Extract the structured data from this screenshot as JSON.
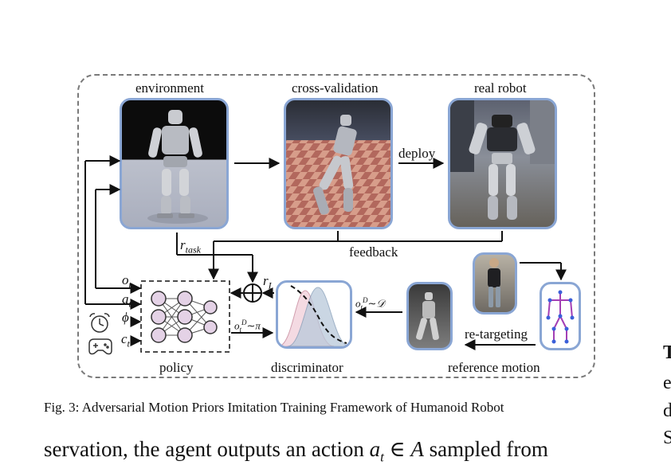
{
  "figure": {
    "stage_labels": {
      "environment": "environment",
      "cross_validation": "cross-validation",
      "real_robot": "real robot"
    },
    "arrow_labels": {
      "deploy": "deploy",
      "feedback": "feedback",
      "r_task": "r",
      "r_task_sub": "task",
      "r_I": "r",
      "r_I_sub": "I",
      "retargeting": "re-targeting",
      "sample_D": "o",
      "sample_D_sup": "D",
      "sample_D_rest": "∼𝒟",
      "sample_pi": "o",
      "sample_pi_sup": "D",
      "sample_pi_rest": "∼π"
    },
    "inputs": [
      {
        "symbol": "o",
        "sub": "t"
      },
      {
        "symbol": "a",
        "sub": "t"
      },
      {
        "symbol": "ϕ",
        "sub": ""
      },
      {
        "symbol": "c",
        "sub": "t"
      }
    ],
    "module_labels": {
      "policy": "policy",
      "discriminator": "discriminator",
      "reference_motion": "reference motion"
    },
    "icons": [
      "alarm-clock-icon",
      "gamepad-icon",
      "plus-circle-icon"
    ],
    "colors": {
      "panel_border": "#8aa6d4",
      "frame": "#7a7a7a",
      "neuron_fill": "#e4d2e6",
      "skeleton": "#a33fb5"
    }
  },
  "caption": "Fig. 3: Adversarial Motion Priors Imitation Training Framework of Humanoid Robot",
  "body_text": {
    "line_start": "servation, the agent outputs an action ",
    "math_a": "a",
    "math_sub": "t",
    "math_in": " ∈ ",
    "math_A": "A",
    "line_end": " sampled from"
  },
  "side_column": {
    "line1": "T",
    "line2": "e",
    "line3": "d",
    "line4": "S"
  }
}
